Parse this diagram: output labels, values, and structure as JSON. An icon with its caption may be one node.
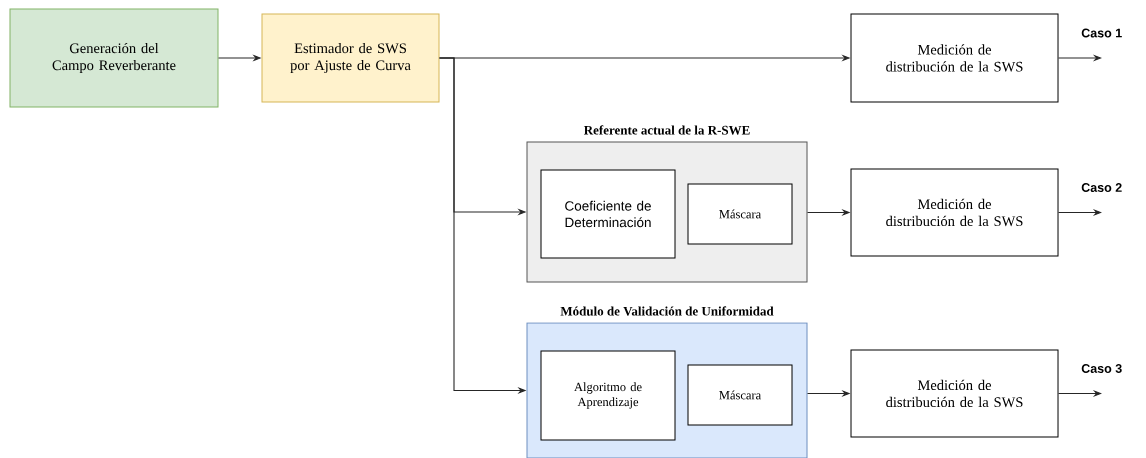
{
  "diagram": {
    "nodes": [
      {
        "text": [
          "Generación del Campo Reverberante"
        ]
      },
      {
        "text": [
          "Estimador de SWS por Ajuste de Curva"
        ]
      },
      {
        "text": [
          "Medición de distribución de la SWS"
        ]
      },
      {
        "text": [
          "Referente actual de la R-SWE"
        ]
      },
      {
        "text": [
          "Coeficiente de Determinación"
        ],
        "in": 3
      },
      {
        "text": [
          "Máscara"
        ],
        "in": 3
      },
      {
        "text": [
          "Medición de distribución de la SWS"
        ]
      },
      {
        "text": [
          "Módulo de Validación de Uniformidad"
        ]
      },
      {
        "text": [
          "Algoritmo de Aprendizaje"
        ],
        "in": 7
      },
      {
        "text": [
          "Máscara"
        ],
        "in": 7
      },
      {
        "text": [
          "Medición de distribución de la SWS"
        ]
      }
    ],
    "edges": [
      {
        "from": 0,
        "to": 1,
        "arrow": "to"
      },
      {
        "from": 1,
        "to": 2,
        "arrow": "to"
      },
      {
        "from": 1,
        "to": 3,
        "arrow": "to"
      },
      {
        "from": 1,
        "to": 7,
        "arrow": "to"
      },
      {
        "from": 3,
        "to": 6,
        "arrow": "to"
      },
      {
        "from": 7,
        "to": 10,
        "arrow": "to"
      },
      {
        "from": 2,
        "to": null,
        "arrow": "to",
        "label": "Caso 1"
      },
      {
        "from": 6,
        "to": null,
        "arrow": "to",
        "label": "Caso 2"
      },
      {
        "from": 10,
        "to": null,
        "arrow": "to",
        "label": "Caso 3"
      }
    ]
  }
}
